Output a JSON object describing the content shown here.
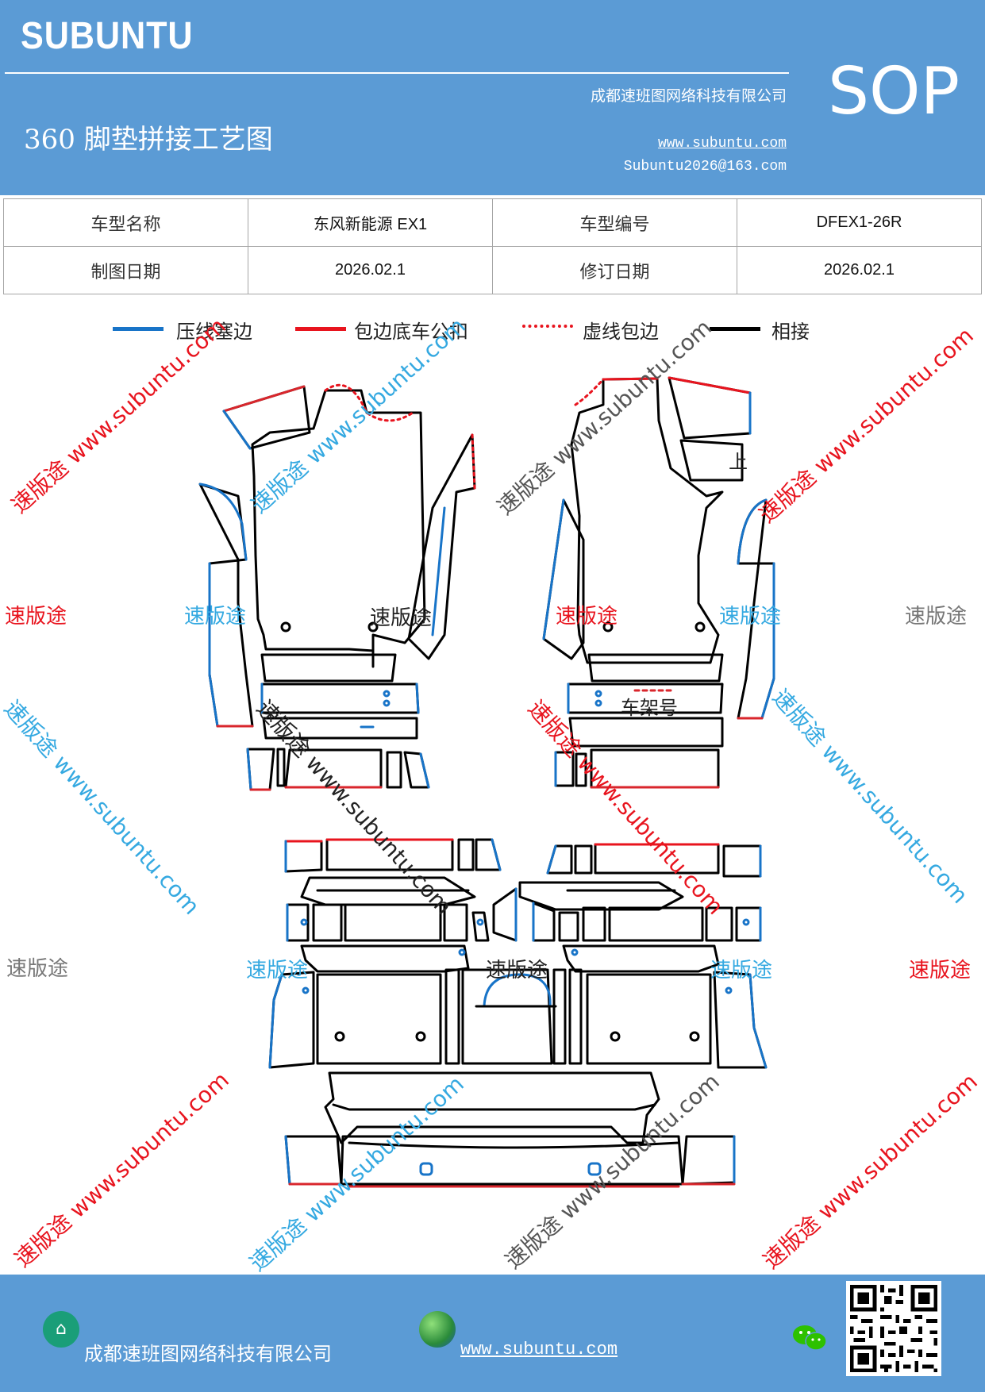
{
  "header": {
    "brand": "SUBUNTU",
    "sop": "SOP",
    "company": "成都速班图网络科技有限公司",
    "title": "360 脚垫拼接工艺图",
    "website": "www.subuntu.com",
    "email": "Subuntu2026@163.com"
  },
  "info": {
    "model_name_label": "车型名称",
    "model_name": "东风新能源 EX1",
    "model_code_label": "车型编号",
    "model_code": "DFEX1-26R",
    "draw_date_label": "制图日期",
    "draw_date": "2026.02.1",
    "revise_date_label": "修订日期",
    "revise_date": "2026.02.1"
  },
  "legend": [
    {
      "label": "压线塞边",
      "color": "#1874c8",
      "style": "solid"
    },
    {
      "label": "包边底车公扣",
      "color": "#e8141e",
      "style": "solid"
    },
    {
      "label": "虚线包边",
      "color": "#e8141e",
      "style": "dotted"
    },
    {
      "label": "相接",
      "color": "#000000",
      "style": "solid"
    }
  ],
  "diagram": {
    "up_label": "上",
    "frame_label": "车架号"
  },
  "watermarks": {
    "brand_cn": "速版途",
    "diag_text": "速版途 www.subuntu.com",
    "colors": {
      "red": "#e8141e",
      "blue": "#35a9e1",
      "gray": "#777777",
      "black": "#222222"
    }
  },
  "footer": {
    "company": "成都速班图网络科技有限公司",
    "website": "www.subuntu.com"
  }
}
